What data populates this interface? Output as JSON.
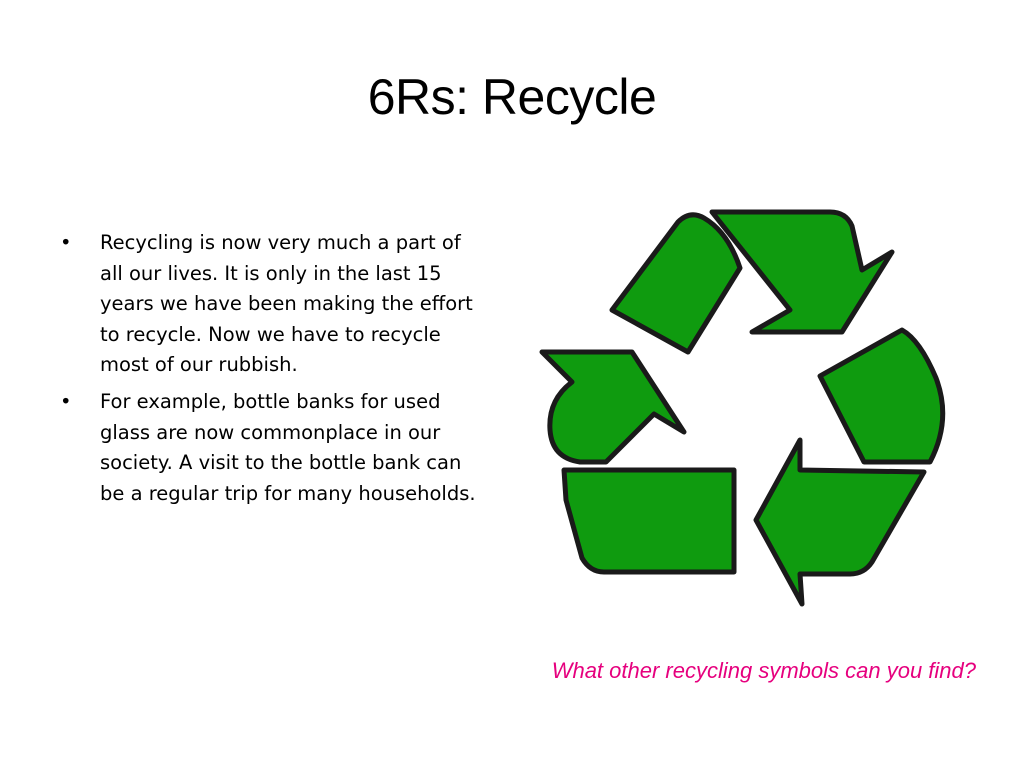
{
  "slide": {
    "title": "6Rs: Recycle",
    "bullets": [
      "Recycling is now very much a part of all our lives. It is only in the last 15 years we have been making the effort to recycle. Now we have to recycle most of our rubbish.",
      "For example, bottle banks for used glass are now commonplace in our society. A visit to the bottle bank can be a regular trip for many households."
    ],
    "bullet_glyph": "•",
    "caption": "What other recycling symbols can you find?"
  },
  "symbol": {
    "icon": "recycling-symbol-icon",
    "fill_color": "#0f9b0f",
    "outline_color": "#1a1a1a"
  },
  "colors": {
    "background": "#ffffff",
    "text": "#000000",
    "caption": "#e6007e"
  }
}
